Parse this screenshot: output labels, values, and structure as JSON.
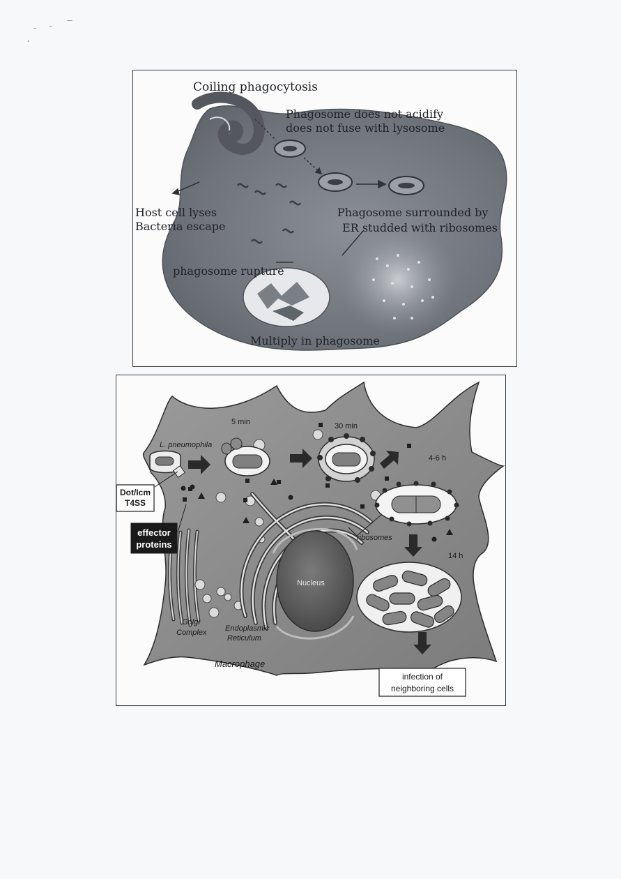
{
  "figure1": {
    "labels": {
      "coiling": "Coiling phagocytosis",
      "no_acidify_1": "Phagosome does not acidify",
      "no_acidify_2": "does not fuse with lysosome",
      "lysis_1": "Host cell lyses",
      "lysis_2": "Bacteria escape",
      "er_1": "Phagosome surrounded by",
      "er_2": "ER studded with ribosomes",
      "rupture": "phagosome rupture",
      "multiply": "Multiply in phagosome"
    }
  },
  "figure2": {
    "labels": {
      "t5": "5 min",
      "t30": "30 min",
      "t4_6": "4-6 h",
      "t14": "14 h",
      "lpneumophila": "L. pneumophila",
      "dot_1": "Dot/Icm",
      "dot_2": "T4SS",
      "effector_1": "effector",
      "effector_2": "proteins",
      "ribosomes": "ribosomes",
      "nucleus": "Nucleus",
      "golgi_1": "Golgi",
      "golgi_2": "Complex",
      "er_1": "Endoplasmic",
      "er_2": "Reticulum",
      "macrophage": "Macrophage",
      "infection_1": "infection of",
      "infection_2": "neighboring cells"
    },
    "colors": {
      "cell": "#8c8c8c",
      "cell_dark": "#6f6f6f",
      "nucleus": "#555555",
      "vacuole": "#e8e8e8"
    }
  }
}
